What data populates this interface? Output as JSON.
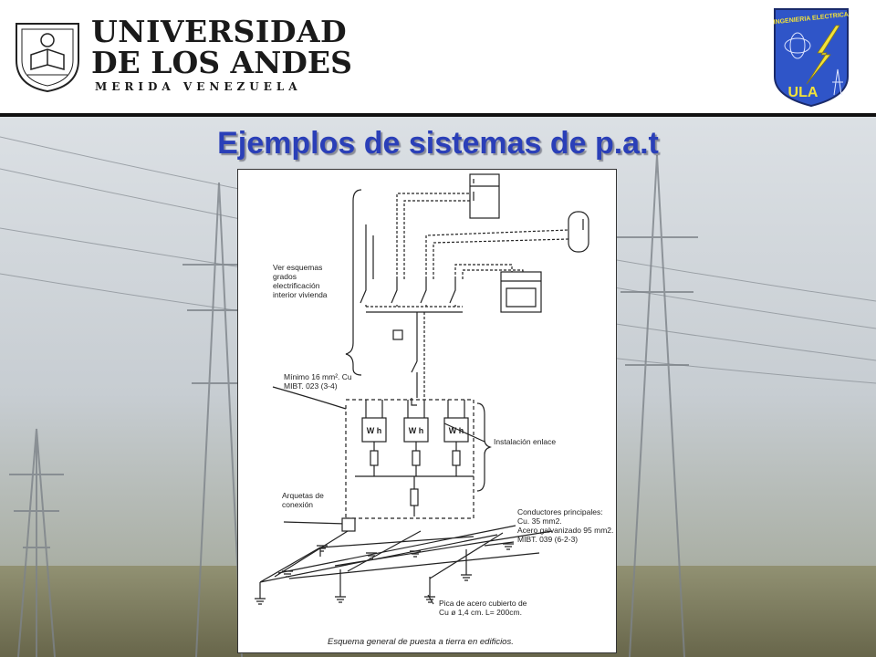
{
  "header": {
    "university_line1": "UNIVERSIDAD",
    "university_line2": "DE LOS ANDES",
    "university_line3": "MERIDA VENEZUELA",
    "badge_top_text": "INGENIERIA ELECTRICA",
    "badge_bottom_text": "ULA"
  },
  "slide": {
    "title": "Ejemplos de sistemas de p.a.t"
  },
  "diagram": {
    "label_ver": [
      "Ver esquemas",
      "grados",
      "electrificación",
      "interior vivienda"
    ],
    "label_minimo": [
      "Mínimo 16 mm². Cu",
      "MIBT. 023 (3-4)"
    ],
    "label_instalacion": "Instalación enlace",
    "label_arquetas": [
      "Arquetas de",
      "conexión"
    ],
    "label_conductores": [
      "Conductores principales:",
      "Cu. 35 mm2.",
      "Acero galvanizado 95 mm2.",
      "MIBT. 039 (6-2-3)"
    ],
    "label_pica": [
      "Pica de acero cubierto de",
      "Cu ø 1,4 cm. L= 200cm."
    ],
    "meter_label": "W h",
    "caption": "Esquema general de puesta a tierra en edificios."
  },
  "colors": {
    "title_blue": "#2a3fb8",
    "badge_blue": "#2f55c8",
    "badge_yellow": "#f2e23a"
  }
}
